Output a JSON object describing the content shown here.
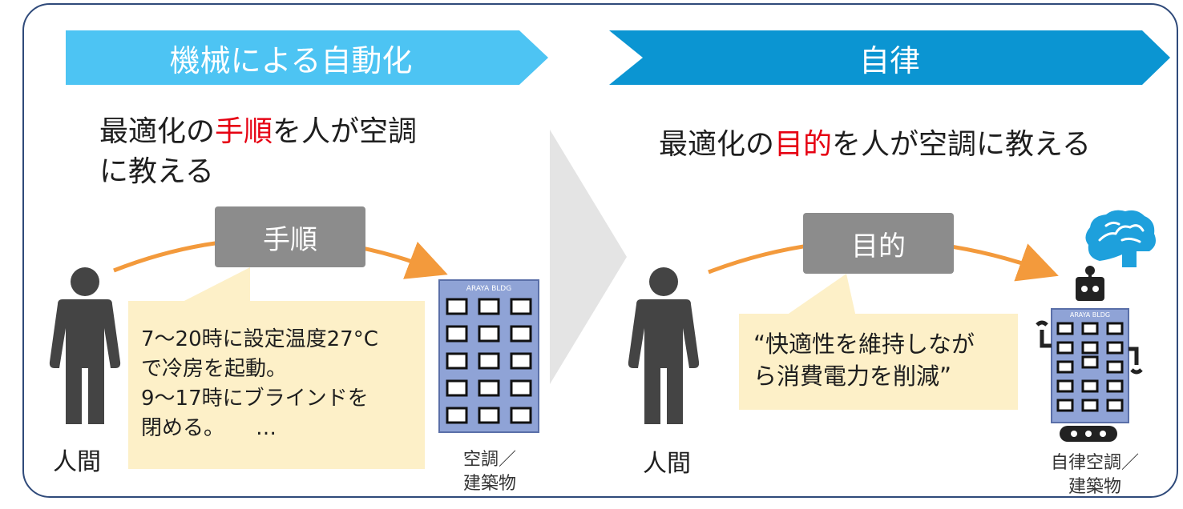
{
  "left": {
    "header": "機械による自動化",
    "desc_line1_pre": "最適化の",
    "desc_line1_hl": "手順",
    "desc_line1_post": "を人が空調",
    "desc_line2": "に教える",
    "tag": "手順",
    "note_lines": [
      "7〜20時に設定温度27°C",
      "で冷房を起動。",
      "9〜17時にブラインドを",
      "閉める。　　…"
    ],
    "human_label": "人間",
    "building_sign": "ARAYA BLDG",
    "building_label_line1": "空調／",
    "building_label_line2": "建築物"
  },
  "right": {
    "header": "自律",
    "desc_pre": "最適化の",
    "desc_hl": "目的",
    "desc_post": "を人が空調に教える",
    "tag": "目的",
    "note_lines": [
      "“快適性を維持しなが",
      "ら消費電力を削減”"
    ],
    "human_label": "人間",
    "building_sign": "ARAYA BLDG",
    "building_label_line1": "自律空調／",
    "building_label_line2": "建築物"
  },
  "colors": {
    "header_left": "#4dc4f3",
    "header_right": "#0b95d2",
    "highlight": "#e60012",
    "arrow": "#f39a3c",
    "note_bg": "#fdf0c8",
    "tag_bg": "#8c8c8c",
    "building": "#8fa3d6",
    "brain": "#1ea0dc"
  },
  "icons": [
    "person-icon",
    "building-icon",
    "robot-building-icon",
    "brain-icon"
  ]
}
